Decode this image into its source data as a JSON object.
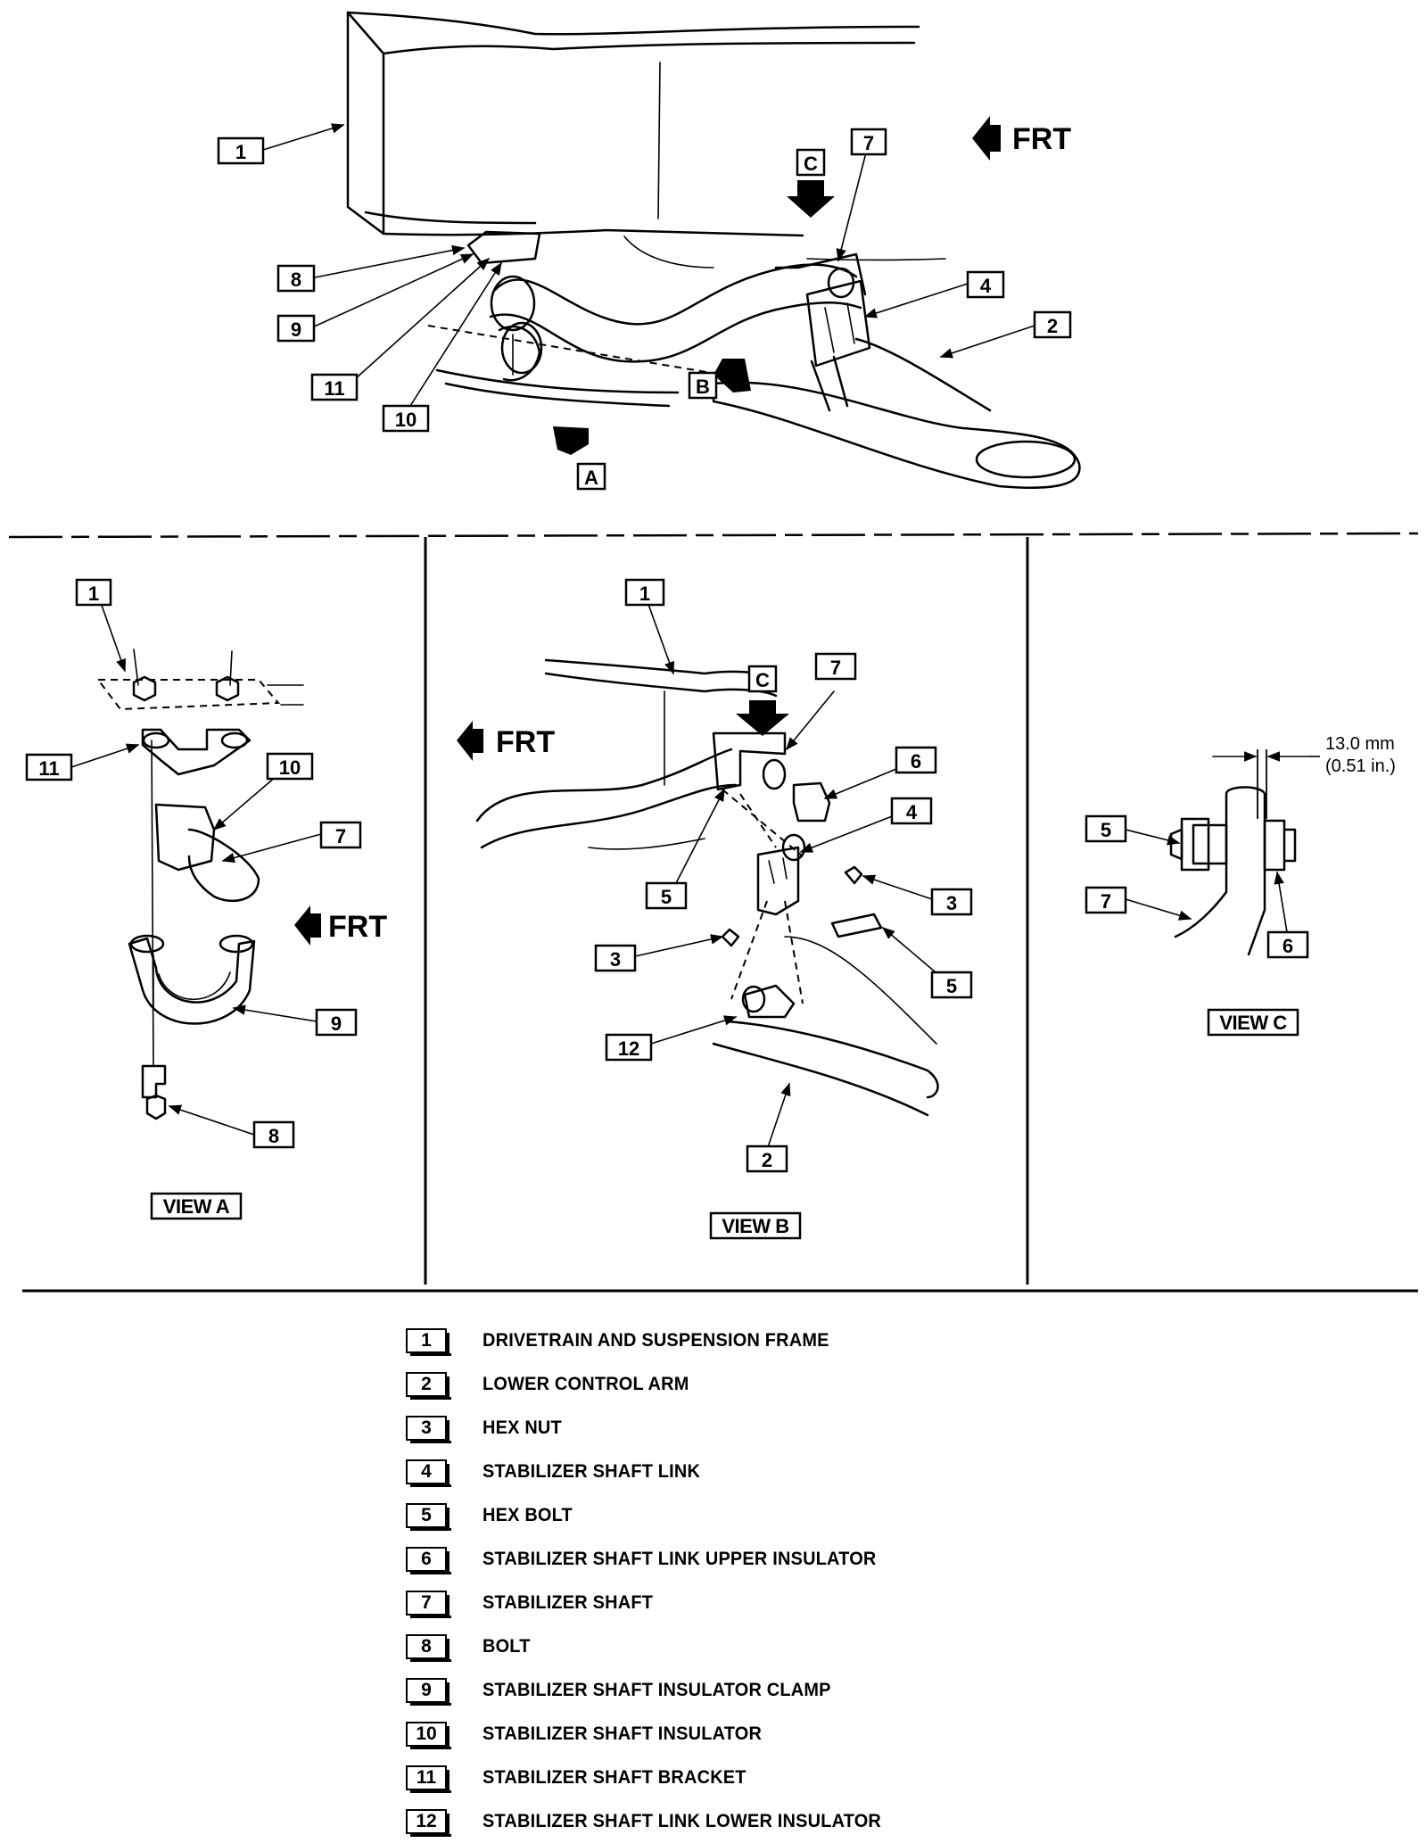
{
  "direction_label": "FRT",
  "callouts": {
    "c1": "1",
    "c2": "2",
    "c3": "3",
    "c4": "4",
    "c5": "5",
    "c6": "6",
    "c7": "7",
    "c8": "8",
    "c9": "9",
    "c10": "10",
    "c11": "11",
    "c12": "12",
    "view_a": "A",
    "view_b": "B",
    "view_c": "C"
  },
  "views": {
    "a": "VIEW A",
    "b": "VIEW B",
    "c": "VIEW C"
  },
  "dimension": {
    "metric": "13.0 mm",
    "imperial": "(0.51 in.)"
  },
  "legend": [
    {
      "num": "1",
      "text": "DRIVETRAIN AND SUSPENSION FRAME"
    },
    {
      "num": "2",
      "text": "LOWER CONTROL ARM"
    },
    {
      "num": "3",
      "text": "HEX NUT"
    },
    {
      "num": "4",
      "text": "STABILIZER SHAFT LINK"
    },
    {
      "num": "5",
      "text": "HEX BOLT"
    },
    {
      "num": "6",
      "text": "STABILIZER SHAFT LINK UPPER INSULATOR"
    },
    {
      "num": "7",
      "text": "STABILIZER SHAFT"
    },
    {
      "num": "8",
      "text": "BOLT"
    },
    {
      "num": "9",
      "text": "STABILIZER SHAFT INSULATOR CLAMP"
    },
    {
      "num": "10",
      "text": "STABILIZER SHAFT INSULATOR"
    },
    {
      "num": "11",
      "text": "STABILIZER SHAFT BRACKET"
    },
    {
      "num": "12",
      "text": "STABILIZER SHAFT LINK LOWER INSULATOR"
    }
  ]
}
